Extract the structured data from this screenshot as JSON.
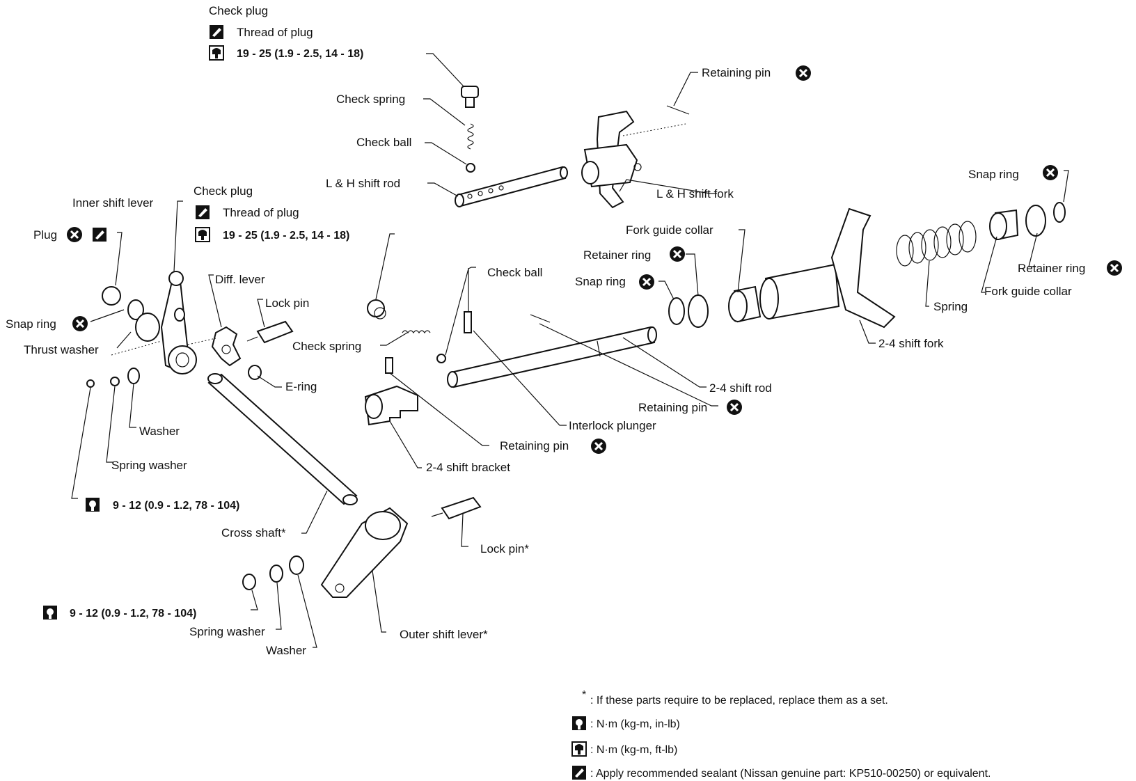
{
  "labels": {
    "check_plug_top": "Check plug",
    "thread_of_plug_top": "Thread of plug",
    "torque_top": "19 - 25 (1.9 - 2.5, 14 - 18)",
    "check_spring_top": "Check spring",
    "check_ball_top": "Check ball",
    "lh_shift_rod": "L & H shift rod",
    "retaining_pin_top": "Retaining pin",
    "lh_shift_fork": "L & H shift fork",
    "snap_ring_right": "Snap ring",
    "fork_guide_collar_upper": "Fork guide collar",
    "retainer_ring_mid": "Retainer ring",
    "snap_ring_mid": "Snap ring",
    "retainer_ring_right": "Retainer ring",
    "fork_guide_collar_right": "Fork guide collar",
    "spring": "Spring",
    "shift_fork_24": "2-4 shift fork",
    "shift_rod_24": "2-4 shift rod",
    "check_plug_left": "Check plug",
    "thread_of_plug_left": "Thread of plug",
    "torque_left": "19 - 25 (1.9 - 2.5, 14 - 18)",
    "inner_shift_lever": "Inner shift lever",
    "plug": "Plug",
    "diff_lever": "Diff. lever",
    "lock_pin": "Lock pin",
    "check_ball_mid": "Check ball",
    "check_spring_mid": "Check spring",
    "snap_ring_left": "Snap ring",
    "thrust_washer": "Thrust washer",
    "e_ring": "E-ring",
    "washer_left": "Washer",
    "spring_washer_left": "Spring washer",
    "torque_nm_left": "9 - 12 (0.9 - 1.2, 78 - 104)",
    "retaining_pin_mid": "Retaining pin",
    "interlock_plunger": "Interlock plunger",
    "retaining_pin_low": "Retaining pin",
    "shift_bracket_24": "2-4 shift bracket",
    "cross_shaft": "Cross shaft*",
    "lock_pin_star": "Lock pin*",
    "torque_nm_bottom": "9 - 12 (0.9 - 1.2, 78 - 104)",
    "spring_washer_bottom": "Spring washer",
    "washer_bottom": "Washer",
    "outer_shift_lever": "Outer shift lever*"
  },
  "legend": {
    "asterisk_symbol": "*",
    "asterisk_note": ": If these parts require to be replaced, replace them as a set.",
    "nm_in_lb": ": N·m (kg-m, in-lb)",
    "nm_ft_lb": ": N·m (kg-m, ft-lb)",
    "sealant": ": Apply recommended sealant (Nissan genuine part: KP510-00250) or equivalent."
  },
  "icons": {
    "non_reusable": "x-circle-icon",
    "sealant": "sealant-icon",
    "torque_in_lb": "torque-wrench-in-lb-icon",
    "torque_ft_lb": "torque-wrench-ft-lb-icon"
  }
}
